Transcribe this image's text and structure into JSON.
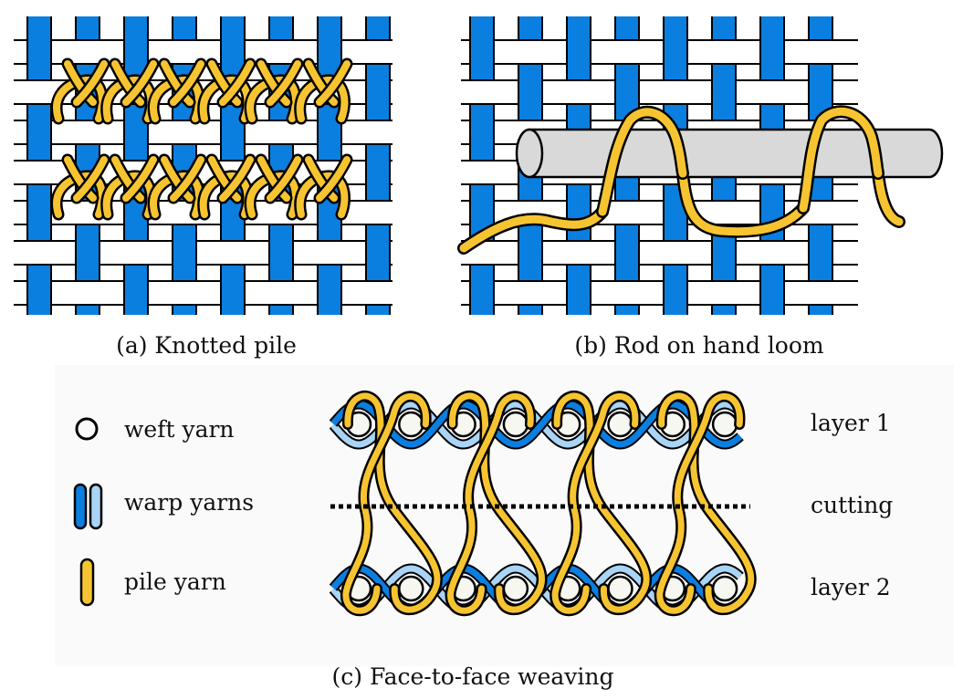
{
  "panels": [
    {
      "id": "a",
      "caption": "(a) Knotted pile"
    },
    {
      "id": "b",
      "caption": "(b) Rod on hand loom"
    },
    {
      "id": "c",
      "caption": "(c) Face-to-face weaving"
    }
  ],
  "legend": [
    {
      "symbol": "weft-circle",
      "label": "weft yarn"
    },
    {
      "symbol": "warp-pair",
      "label": "warp yarns"
    },
    {
      "symbol": "pile-capsule",
      "label": "pile yarn"
    }
  ],
  "face_to_face_labels": {
    "top": "layer 1",
    "middle": "cutting",
    "bottom": "layer 2"
  },
  "colors": {
    "warp": "#0a7fe0",
    "warp_light": "#a9d4f5",
    "pile": "#f7c431",
    "rod": "#d9d9d9",
    "outline": "#000000",
    "panel_c_bg": "#fafafa"
  }
}
